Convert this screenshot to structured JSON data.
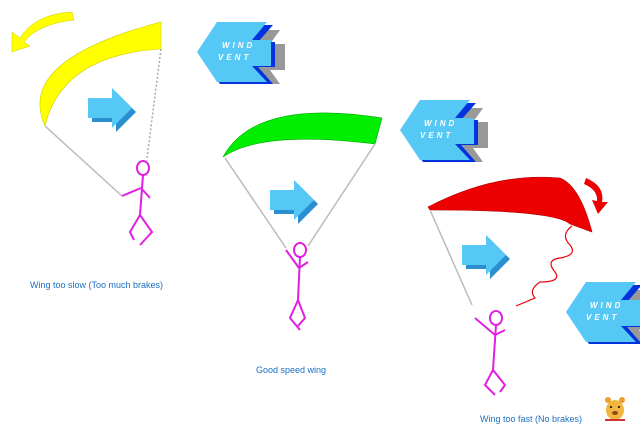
{
  "captions": {
    "slow": "Wing too slow (Too much brakes)",
    "good": "Good speed wing",
    "fast": "Wing too fast (No brakes)"
  },
  "wind_vent": {
    "line1": "WIND",
    "line2": "VENT"
  },
  "colors": {
    "slow_wing": "#ffff00",
    "good_wing": "#00ee00",
    "fast_wing": "#ee0000",
    "pilot": "#e020e0",
    "wind_arrow": "#55c8f5",
    "caption": "#1a6fc4"
  }
}
